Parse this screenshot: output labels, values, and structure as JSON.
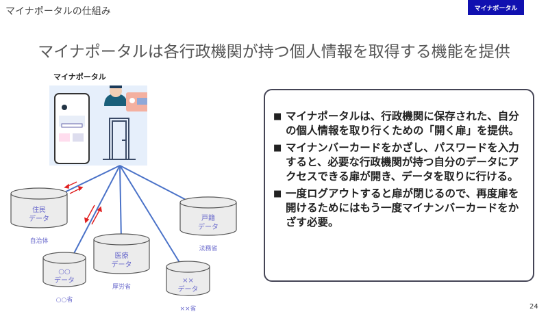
{
  "header": {
    "section_title": "マイナポータルの仕組み",
    "badge": "マイナポータル"
  },
  "heading": "マイナポータルは各行政機関が持つ個人情報を取得する機能を提供",
  "diagram": {
    "portal_label": "マイナポータル",
    "databases": [
      {
        "name": "住民",
        "sub": "データ",
        "owner": "自治体"
      },
      {
        "name": "○○",
        "sub": "データ",
        "owner": "○○省"
      },
      {
        "name": "医療",
        "sub": "データ",
        "owner": "厚労省"
      },
      {
        "name": "××",
        "sub": "データ",
        "owner": "××省"
      },
      {
        "name": "戸籍",
        "sub": "データ",
        "owner": "法務省"
      }
    ],
    "colors": {
      "line": "#4a72c8",
      "arrow": "#e02020",
      "db_fill": "#ececec",
      "db_text": "#6a6acc"
    }
  },
  "bullets": [
    "マイナポータルは、行政機関に保存された、自分の個人情報を取り行くための「開く扉」を提供。",
    "マイナンバーカードをかざし、パスワードを入力すると、必要な行政機関が持つ自分のデータにアクセスできる扉が開き、データを取りに行ける。",
    "一度ログアウトすると扉が閉じるので、再度扉を開けるためにはもう一度マイナンバーカードをかざす必要。"
  ],
  "page_number": "24"
}
